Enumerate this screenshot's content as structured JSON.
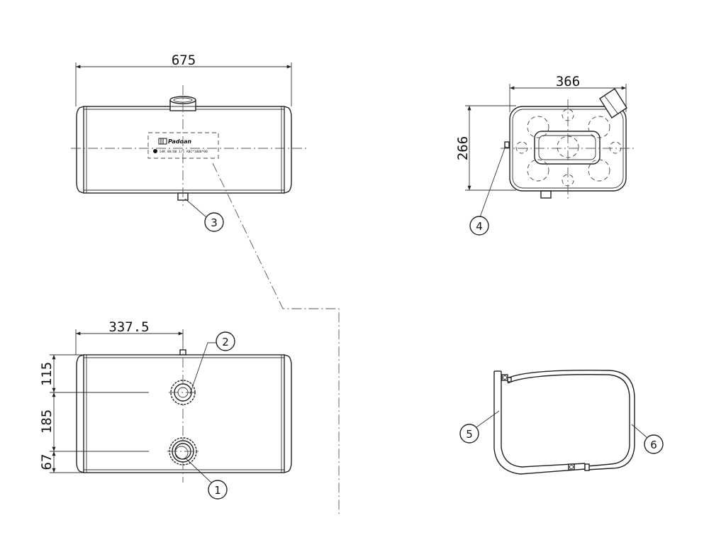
{
  "views": {
    "front": {
      "dim_length": "675",
      "balloon": "3",
      "nameplate": {
        "brand": "Padoan",
        "text": "S4K 00/00 1/1 ABC*1000*00"
      }
    },
    "side": {
      "dim_width": "366",
      "dim_height": "266",
      "balloon": "4"
    },
    "top": {
      "dim_half_length": "337.5",
      "dim_a": "115",
      "dim_b": "185",
      "dim_c": "67",
      "balloon_upper": "2",
      "balloon_lower": "1"
    },
    "bracket": {
      "balloon_support": "5",
      "balloon_strap": "6"
    }
  }
}
